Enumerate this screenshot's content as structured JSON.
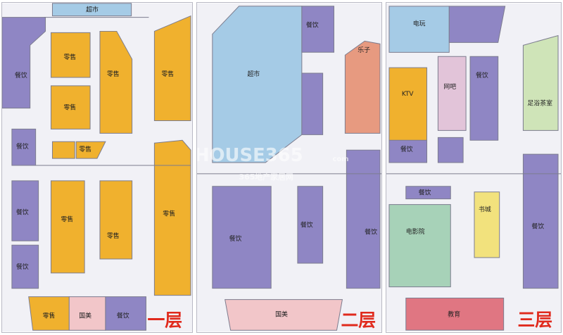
{
  "watermark": {
    "brand": "HOUSE365",
    "cn_text": "365地产家居网",
    "site": "com"
  },
  "colors": {
    "retail": "#f0b12e",
    "food": "#8f86c4",
    "supermarket": "#a5cbe6",
    "tutoring": "#e79a80",
    "cinema": "#a7d2b8",
    "bookstore": "#f2e27d",
    "internet_cafe": "#e2c4d9",
    "spa_tea": "#cfe4b8",
    "education": "#e07682",
    "beauty": "#f2c6c9",
    "corridor": "#f1f1f6",
    "wall": "#7c7c8e",
    "floor_label": "#e02a1d"
  },
  "floors": [
    {
      "label": "一层",
      "units": {
        "supermarket": "超市",
        "retail": "零售",
        "food": "餐饮",
        "beauty": "国美"
      }
    },
    {
      "label": "二层",
      "units": {
        "supermarket": "超市",
        "food": "餐饮",
        "tutoring": "乐子",
        "beauty": "国美"
      }
    },
    {
      "label": "三层",
      "units": {
        "arcade": "电玩",
        "ktv": "KTV",
        "internet_cafe": "网吧",
        "spa_tea": "足浴茶室",
        "food": "餐饮",
        "bookstore": "书城",
        "cinema": "电影院",
        "education": "教育"
      }
    }
  ]
}
